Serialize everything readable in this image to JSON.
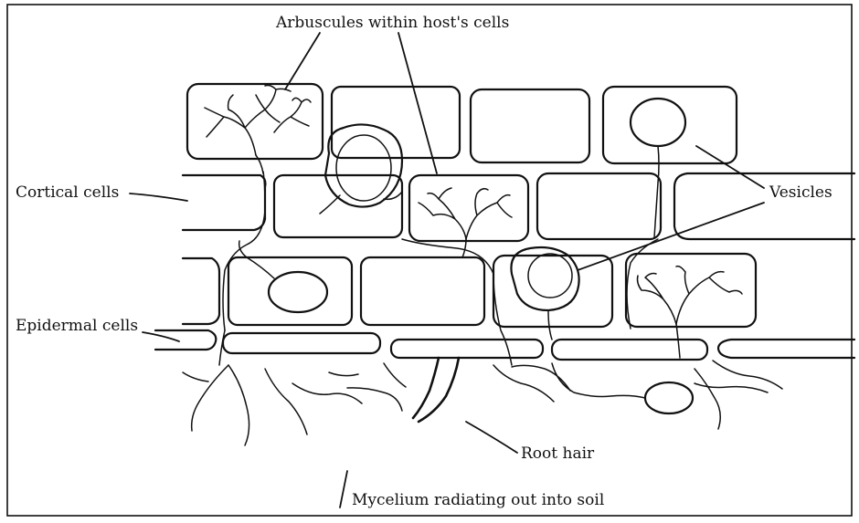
{
  "labels": {
    "arbuscules": "Arbuscules within host's cells",
    "cortical": "Cortical cells",
    "vesicles": "Vesicles",
    "epidermal": "Epidermal cells",
    "root_hair": "Root hair",
    "mycelium": "Mycelium radiating out into soil"
  },
  "colors": {
    "ink": "#111111",
    "background": "#ffffff"
  }
}
